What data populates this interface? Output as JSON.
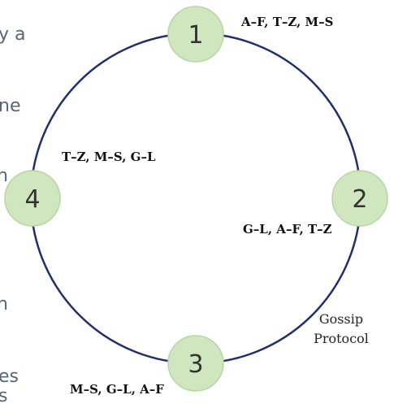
{
  "colors": {
    "ring": "#1f2f6e",
    "node_fill": "#cfe6bf",
    "node_stroke": "#b7d6a4",
    "clipped_text": "#5a6475"
  },
  "clipped_text": [
    {
      "text": "y a"
    },
    {
      "text": "ne"
    },
    {
      "text": "n"
    },
    {
      "text": "n"
    },
    {
      "text": "es"
    },
    {
      "text": "s"
    }
  ],
  "nodes": [
    {
      "id": "1",
      "ranges": "A–F, T–Z, M–S"
    },
    {
      "id": "2",
      "ranges": "G–L, A–F, T–Z"
    },
    {
      "id": "3",
      "ranges": "M–S, G–L, A–F"
    },
    {
      "id": "4",
      "ranges": "T–Z, M–S, G–L"
    }
  ],
  "protocol": {
    "line1": "Gossip",
    "line2": "Protocol"
  }
}
